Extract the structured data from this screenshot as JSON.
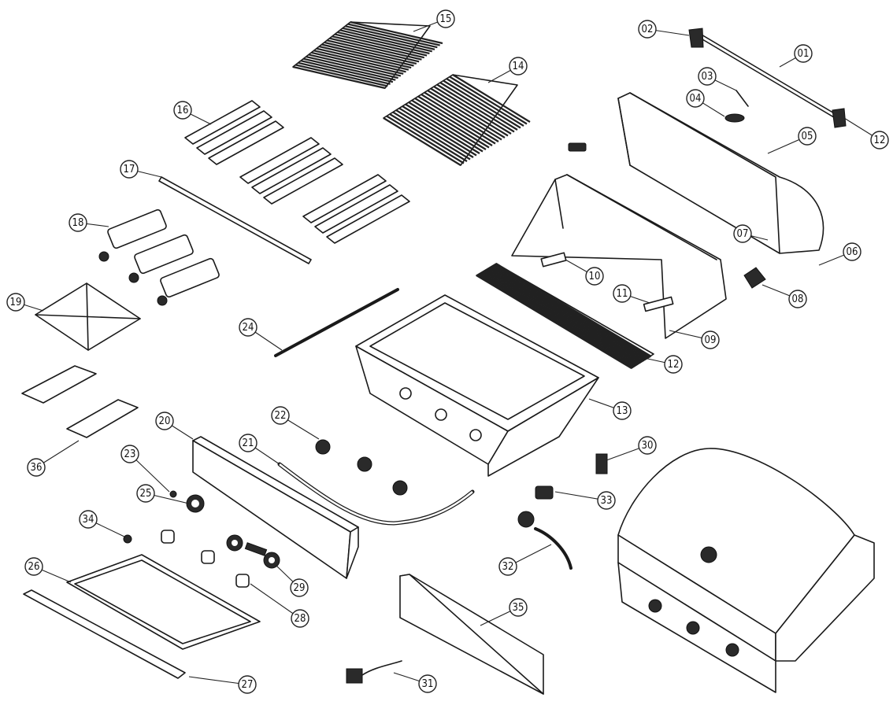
{
  "diagram": {
    "callouts": [
      {
        "id": "c01",
        "label": "01"
      },
      {
        "id": "c02",
        "label": "02"
      },
      {
        "id": "c03",
        "label": "03"
      },
      {
        "id": "c04",
        "label": "04"
      },
      {
        "id": "c05",
        "label": "05"
      },
      {
        "id": "c06",
        "label": "06"
      },
      {
        "id": "c07",
        "label": "07"
      },
      {
        "id": "c08",
        "label": "08"
      },
      {
        "id": "c09",
        "label": "09"
      },
      {
        "id": "c10",
        "label": "10"
      },
      {
        "id": "c11",
        "label": "11"
      },
      {
        "id": "c12a",
        "label": "12"
      },
      {
        "id": "c12b",
        "label": "12"
      },
      {
        "id": "c13",
        "label": "13"
      },
      {
        "id": "c14",
        "label": "14"
      },
      {
        "id": "c15",
        "label": "15"
      },
      {
        "id": "c16",
        "label": "16"
      },
      {
        "id": "c17",
        "label": "17"
      },
      {
        "id": "c18",
        "label": "18"
      },
      {
        "id": "c19",
        "label": "19"
      },
      {
        "id": "c20",
        "label": "20"
      },
      {
        "id": "c21",
        "label": "21"
      },
      {
        "id": "c22",
        "label": "22"
      },
      {
        "id": "c23",
        "label": "23"
      },
      {
        "id": "c24",
        "label": "24"
      },
      {
        "id": "c25",
        "label": "25"
      },
      {
        "id": "c26",
        "label": "26"
      },
      {
        "id": "c27",
        "label": "27"
      },
      {
        "id": "c28",
        "label": "28"
      },
      {
        "id": "c29",
        "label": "29"
      },
      {
        "id": "c30",
        "label": "30"
      },
      {
        "id": "c31",
        "label": "31"
      },
      {
        "id": "c32",
        "label": "32"
      },
      {
        "id": "c33",
        "label": "33"
      },
      {
        "id": "c34",
        "label": "34"
      },
      {
        "id": "c35",
        "label": "35"
      },
      {
        "id": "c36",
        "label": "36"
      }
    ]
  }
}
